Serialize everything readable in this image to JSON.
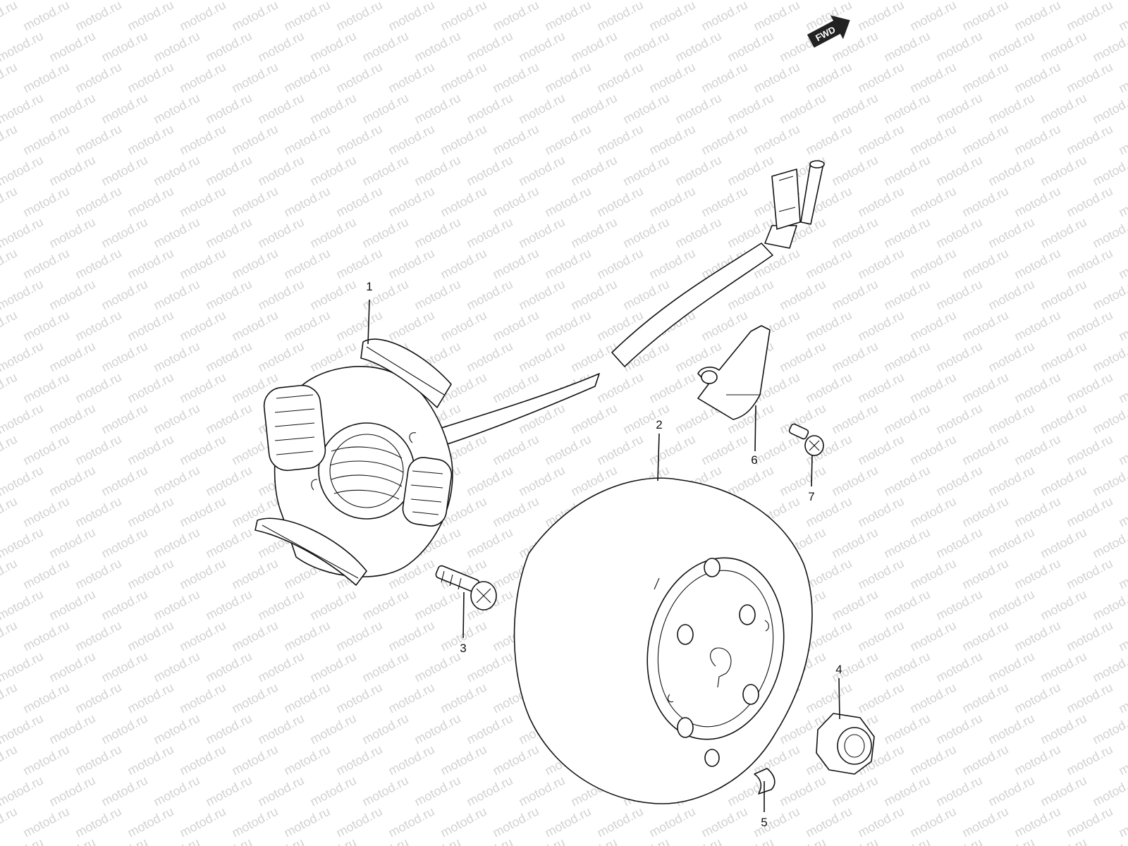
{
  "watermark": {
    "text": "motod.ru"
  },
  "fwd_badge": {
    "label": "FWD"
  },
  "callouts": [
    {
      "id": "1",
      "label": "1",
      "part": "stator"
    },
    {
      "id": "2",
      "label": "2",
      "part": "flywheel"
    },
    {
      "id": "3",
      "label": "3",
      "part": "stator-screw"
    },
    {
      "id": "4",
      "label": "4",
      "part": "flywheel-nut"
    },
    {
      "id": "5",
      "label": "5",
      "part": "woodruff-key"
    },
    {
      "id": "6",
      "label": "6",
      "part": "wire-clamp"
    },
    {
      "id": "7",
      "label": "7",
      "part": "clamp-screw"
    }
  ]
}
